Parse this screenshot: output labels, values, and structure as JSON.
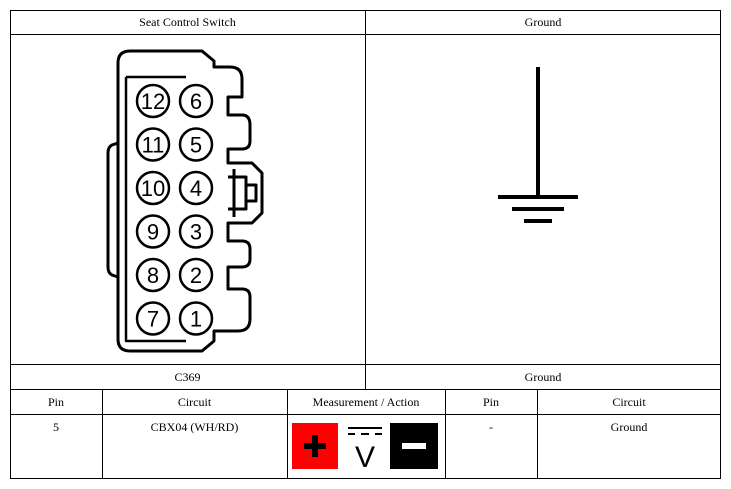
{
  "top": {
    "left_title": "Seat Control Switch",
    "right_title": "Ground",
    "left_footer": "C369",
    "right_footer": "Ground"
  },
  "connector": {
    "pins_left_column": [
      "12",
      "11",
      "10",
      "9",
      "8",
      "7"
    ],
    "pins_right_column": [
      "6",
      "5",
      "4",
      "3",
      "2",
      "1"
    ]
  },
  "table": {
    "headers": [
      "Pin",
      "Circuit",
      "Measurement / Action",
      "Pin",
      "Circuit"
    ],
    "rows": [
      {
        "pin_a": "5",
        "circuit_a": "CBX04 (WH/RD)",
        "pin_b": "-",
        "circuit_b": "Ground"
      }
    ]
  },
  "meter": {
    "plus_color": "#ff0000",
    "minus_color": "#000000",
    "symbol": "V"
  }
}
